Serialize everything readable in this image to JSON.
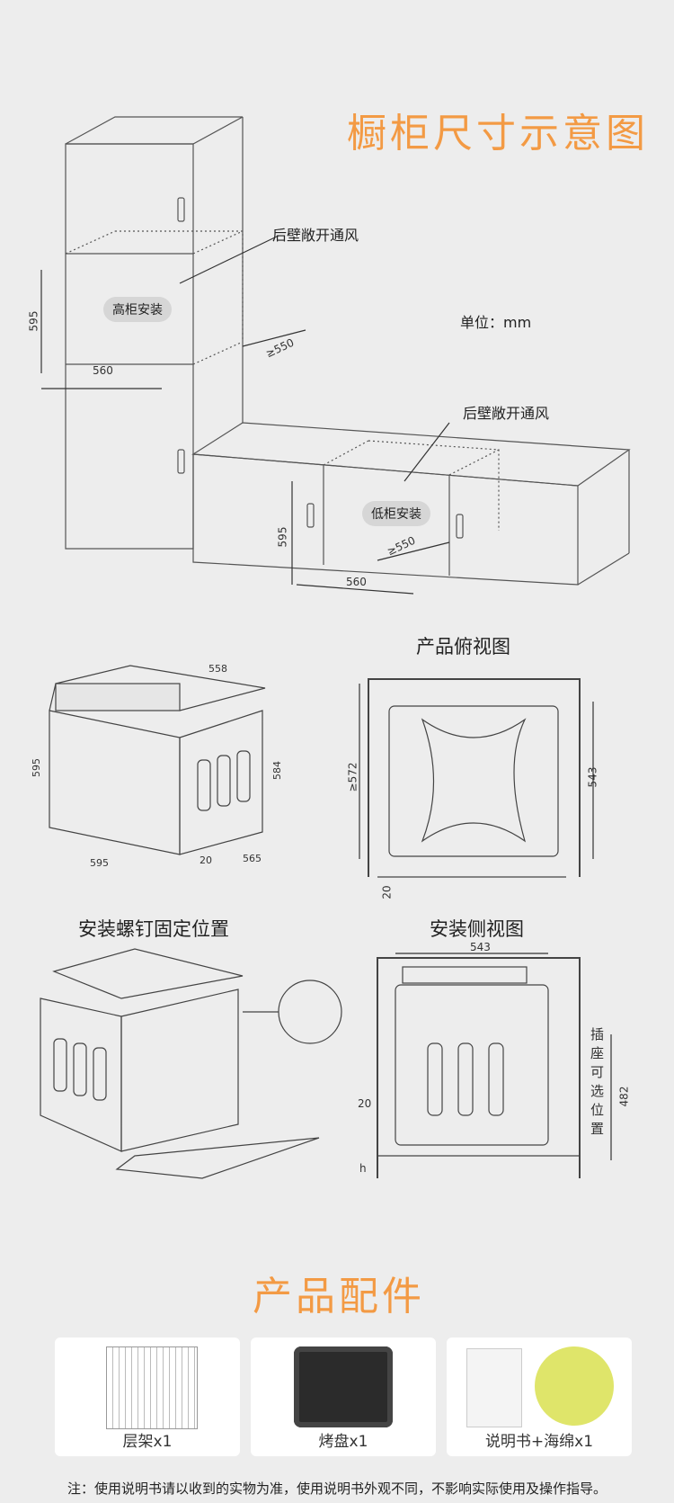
{
  "cabinet_section": {
    "title": "橱柜尺寸示意图",
    "unit": "单位：mm",
    "rear_vent_label": "后壁敞开通风",
    "tall_cabinet_label": "高柜安装",
    "low_cabinet_label": "低柜安装",
    "tall_height": "595",
    "tall_width": "560",
    "tall_depth": "≥550",
    "low_height": "595",
    "low_width": "560",
    "low_depth": "≥550"
  },
  "product_section": {
    "top_view_title": "产品俯视图",
    "oven_dim_top": "558",
    "oven_dim_left_h": "595",
    "oven_dim_front_h": "584",
    "oven_dim_width": "595",
    "oven_dim_20": "20",
    "oven_dim_depth": "565",
    "top_view_572": "≥572",
    "top_view_543": "543",
    "top_view_20": "20"
  },
  "install_section": {
    "screw_title": "安装螺钉固定位置",
    "side_view_title": "安装侧视图",
    "side_543": "543",
    "side_20": "20",
    "side_482": "482",
    "side_h": "h",
    "socket_label": "插座可选位置"
  },
  "accessories": {
    "title": "产品配件",
    "items": [
      {
        "label": "层架x1"
      },
      {
        "label": "烤盘x1"
      },
      {
        "label": "说明书+海绵x1"
      }
    ],
    "note": "注：使用说明书请以收到的实物为准，使用说明书外观不同，不影响实际使用及操作指导。"
  }
}
